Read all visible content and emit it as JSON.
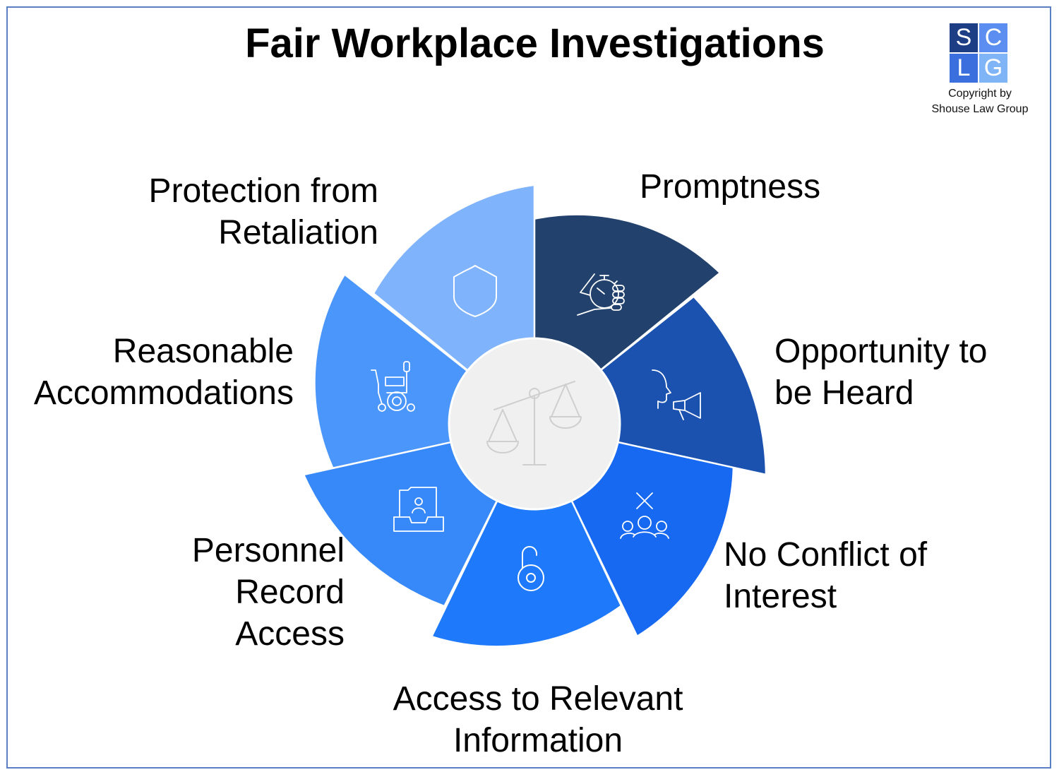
{
  "title": "Fair Workplace Investigations",
  "logo": {
    "letters": [
      "S",
      "C",
      "L",
      "G"
    ],
    "copyright_lines": [
      "Copyright by",
      "Shouse Law Group"
    ],
    "colors": [
      "#1d3e84",
      "#5b8ef0",
      "#3a6fdd",
      "#7fb4f7"
    ]
  },
  "segments": [
    {
      "label_lines": [
        "Promptness"
      ],
      "icon": "stopwatch-hand-icon",
      "color": "#22426d"
    },
    {
      "label_lines": [
        "Opportunity to",
        "be Heard"
      ],
      "icon": "speaker-megaphone-icon",
      "color": "#1b52b0"
    },
    {
      "label_lines": [
        "No Conflict of",
        "Interest"
      ],
      "icon": "group-no-conflict-icon",
      "color": "#1769f1"
    },
    {
      "label_lines": [
        "Access to Relevant",
        "Information"
      ],
      "icon": "unlocked-padlock-icon",
      "color": "#1e79fb"
    },
    {
      "label_lines": [
        "Personnel",
        "Record",
        "Access"
      ],
      "icon": "personnel-file-tray-icon",
      "color": "#3788f8"
    },
    {
      "label_lines": [
        "Reasonable",
        "Accommodations"
      ],
      "icon": "wheelchair-icon",
      "color": "#4a96fb"
    },
    {
      "label_lines": [
        "Protection from",
        "Retaliation"
      ],
      "icon": "shield-icon",
      "color": "#7fb4fc"
    }
  ],
  "center": {
    "icon": "balance-scale-icon",
    "color": "#f0f0f0"
  }
}
